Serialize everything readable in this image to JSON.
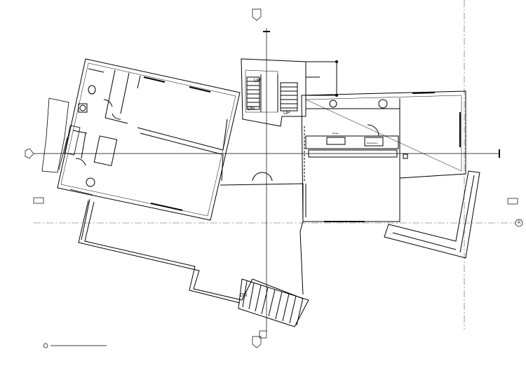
{
  "labels": {
    "up_stair_upper": "UP",
    "down_stair_upper": "DN",
    "up_stair_lower": "UP",
    "down_deck": "DN",
    "range": "Range",
    "refrigerator": "Refrigerator"
  },
  "grid_markers": {
    "right_a": "A"
  },
  "colors": {
    "line": "#000000",
    "grid": "#555555",
    "background": "#ffffff"
  }
}
